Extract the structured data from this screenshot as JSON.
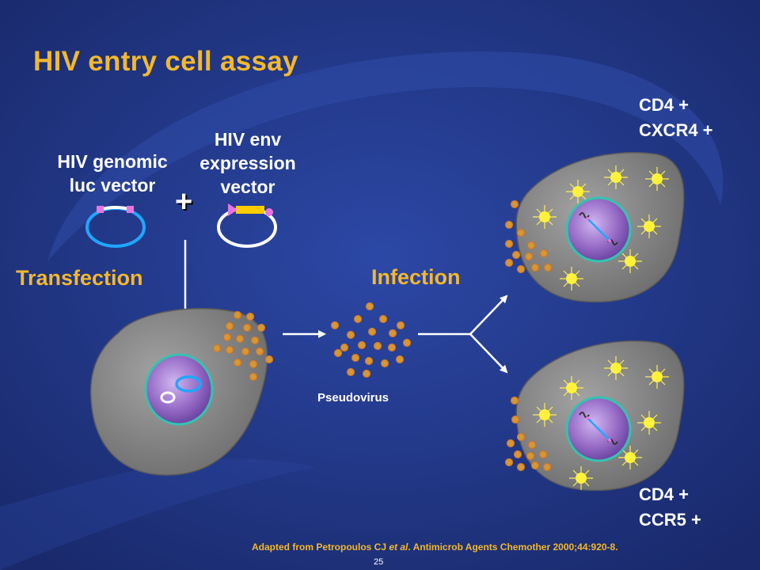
{
  "title": "HIV entry cell assay",
  "labels": {
    "genomic_vector": [
      "HIV genomic",
      "luc vector"
    ],
    "env_vector": [
      "HIV env",
      "expression",
      "vector"
    ],
    "plus": "+",
    "transfection": "Transfection",
    "infection": "Infection",
    "pseudovirus": "Pseudovirus",
    "cell_top_receptors": [
      "CD4 +",
      "CXCR4 +"
    ],
    "cell_bottom_receptors": [
      "CD4 +",
      "CCR5 +"
    ]
  },
  "citation": {
    "prefix": "Adapted from Petropoulos CJ ",
    "etal": "et al",
    "suffix": ". Antimicrob Agents Chemother 2000;44:920-8."
  },
  "page_number": "25",
  "colors": {
    "background": "#1f3482",
    "accent_yellow": "#f3b82d",
    "text_white": "#ffffff",
    "cell_gray": "#8f8f8f",
    "nucleus_purple": "#9a6fc9",
    "nucleus_border": "#33c4b0",
    "virion_orange": "#e2872f",
    "receptor_yellow": "#fff23a",
    "plasmid_blue": "#1ea7ff",
    "marker_pink": "#e875e0"
  }
}
